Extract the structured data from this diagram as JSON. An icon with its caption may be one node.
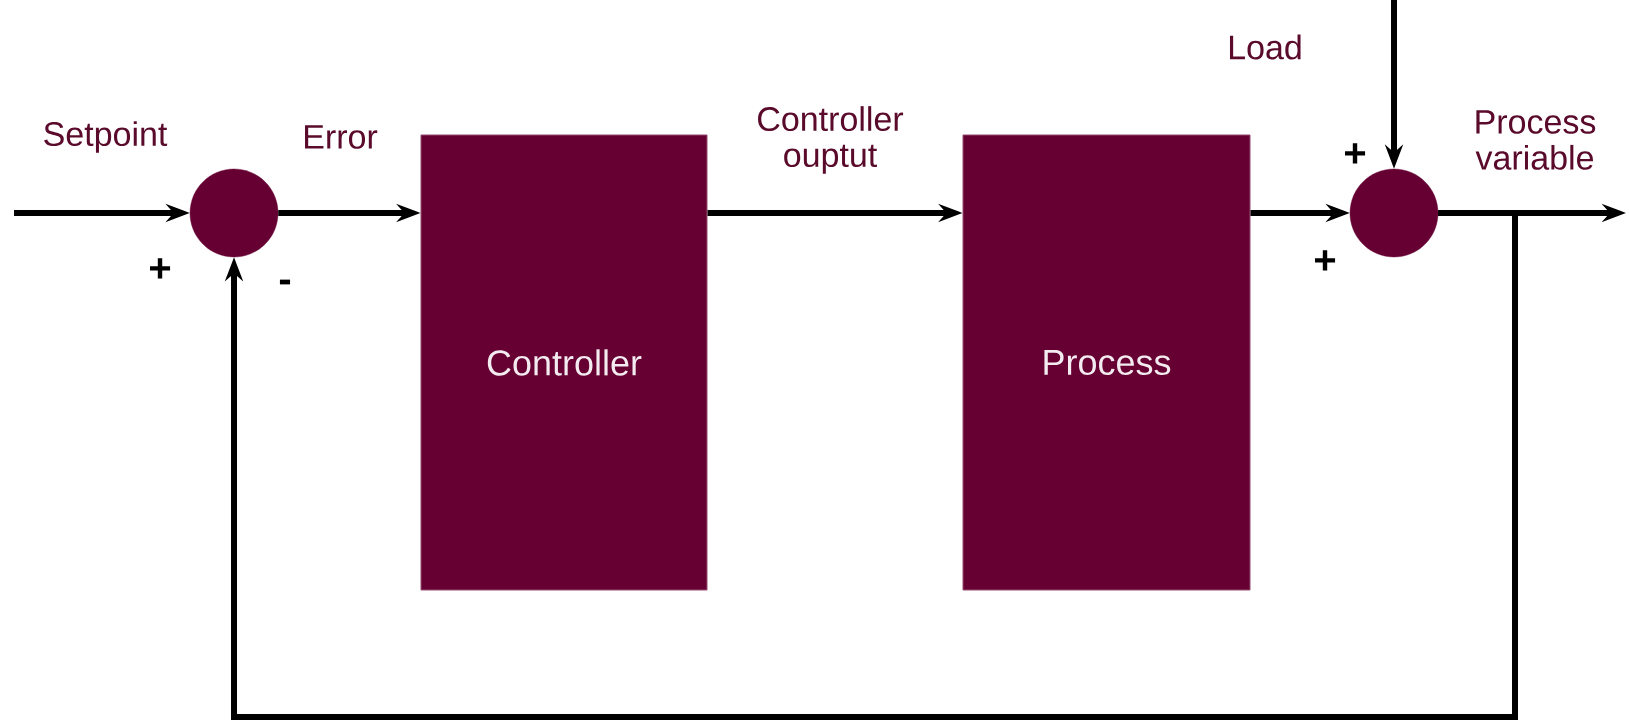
{
  "diagram": {
    "nodes": [
      {
        "text": [],
        "shape": "circle"
      },
      {
        "text": [
          "Controller"
        ]
      },
      {
        "text": [
          "Process"
        ]
      },
      {
        "text": [],
        "shape": "circle"
      }
    ],
    "edges": [
      {
        "from": null,
        "to": 0,
        "arrow": "to",
        "label": "Setpoint"
      },
      {
        "from": 0,
        "to": 1,
        "arrow": "to",
        "label": "Error"
      },
      {
        "from": 1,
        "to": 2,
        "arrow": "to",
        "label": "Controller ouptut"
      },
      {
        "from": 2,
        "to": 3,
        "arrow": "to"
      },
      {
        "from": null,
        "to": 3,
        "arrow": "to",
        "label": "Load"
      },
      {
        "from": 3,
        "to": null,
        "arrow": "to",
        "label": "Process variable"
      },
      {
        "from": 3,
        "to": 0,
        "arrow": "to"
      }
    ],
    "labels": [
      "+",
      "-",
      "+",
      "+"
    ]
  }
}
